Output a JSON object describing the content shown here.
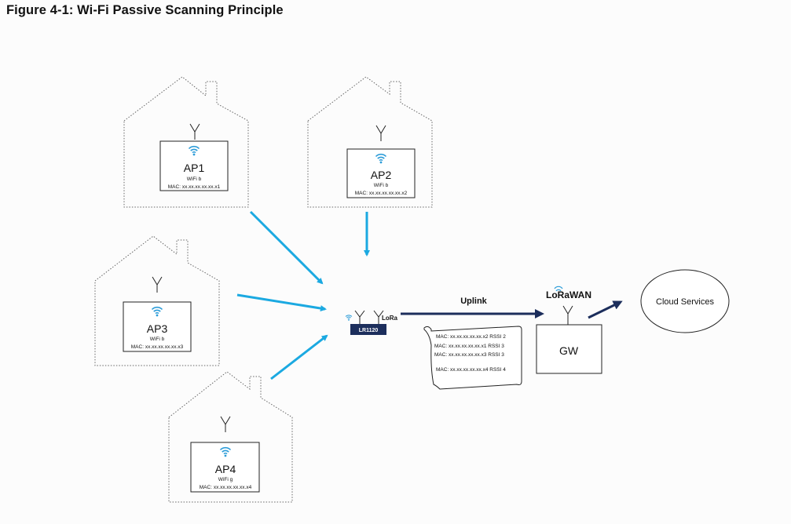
{
  "figure_title": "Figure 4-1: Wi-Fi Passive Scanning Principle",
  "access_points": [
    {
      "name": "AP1",
      "standard": "WiFi b",
      "mac": "MAC: xx.xx.xx.xx.xx.x1"
    },
    {
      "name": "AP2",
      "standard": "WiFi b",
      "mac": "MAC: xx.xx.xx.xx.xx.x2"
    },
    {
      "name": "AP3",
      "standard": "WiFi b",
      "mac": "MAC: xx.xx.xx.xx.xx.x3"
    },
    {
      "name": "AP4",
      "standard": "WiFi g",
      "mac": "MAC: xx.xx.xx.xx.xx.x4"
    }
  ],
  "device": {
    "chip_label": "LR1120",
    "radio_label": "LoRa"
  },
  "uplink_label": "Uplink",
  "scan_results": [
    "MAC: xx.xx.xx.xx.xx.x2 RSSI 2",
    "MAC: xx.xx.xx.xx.xx.x1 RSSI 3",
    "MAC: xx.xx.xx.xx.xx.x3 RSSI 3",
    "MAC: xx.xx.xx.xx.xx.x4 RSSI 4"
  ],
  "gateway": {
    "label": "GW",
    "network_logo": "LoRaWAN"
  },
  "cloud": {
    "label": "Cloud Services"
  },
  "colors": {
    "wifi_arrow": "#1ba9e1",
    "uplink_arrow": "#1c2e5c",
    "chip_fill": "#1c2e5c",
    "wifi_icon": "#2a9bd8"
  },
  "icons": [
    "antenna-icon",
    "wifi-icon",
    "arrow-icon"
  ]
}
